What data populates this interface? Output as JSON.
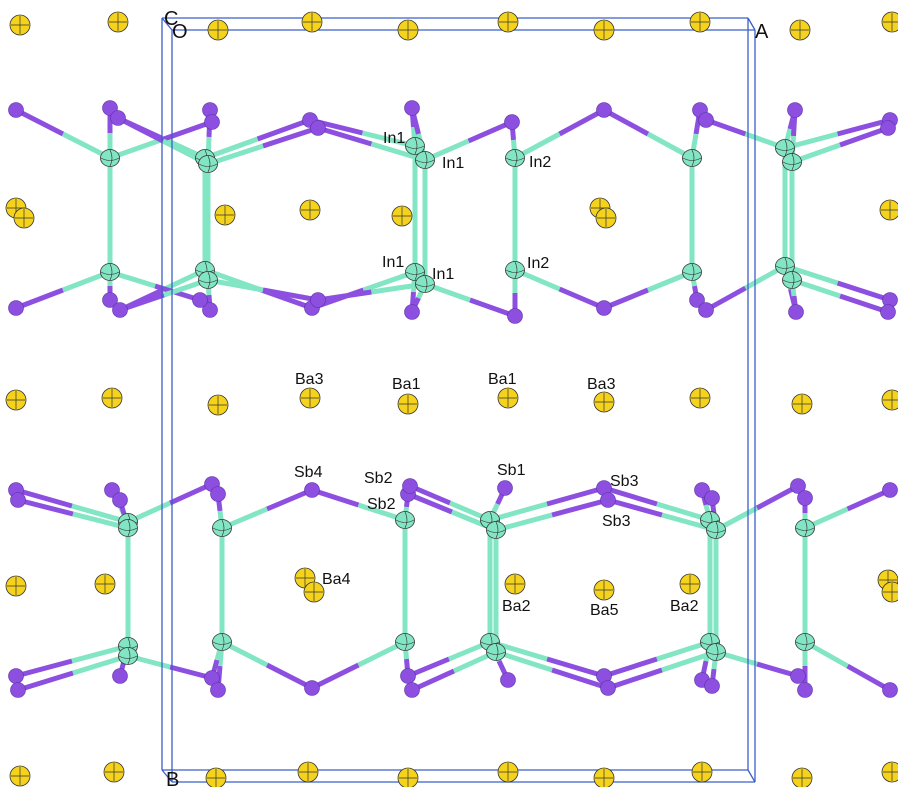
{
  "axis_labels": {
    "c": "C",
    "origin": "O",
    "a": "A",
    "b": "B"
  },
  "atom_labels": {
    "in1_a": "In1",
    "in1_b": "In1",
    "in2_a": "In2",
    "in1_c": "In1",
    "in1_d": "In1",
    "in2_b": "In2",
    "ba3_a": "Ba3",
    "ba1_a": "Ba1",
    "ba1_b": "Ba1",
    "ba3_b": "Ba3",
    "sb4": "Sb4",
    "sb2_a": "Sb2",
    "sb2_b": "Sb2",
    "sb1": "Sb1",
    "sb3_a": "Sb3",
    "sb3_b": "Sb3",
    "ba4": "Ba4",
    "ba2_a": "Ba2",
    "ba5": "Ba5",
    "ba2_b": "Ba2"
  },
  "colors": {
    "ba": "#f5d31c",
    "sb": "#8d4fe0",
    "in": "#82e5c4",
    "cell": "#3b5fc9",
    "outline": "#333333"
  }
}
